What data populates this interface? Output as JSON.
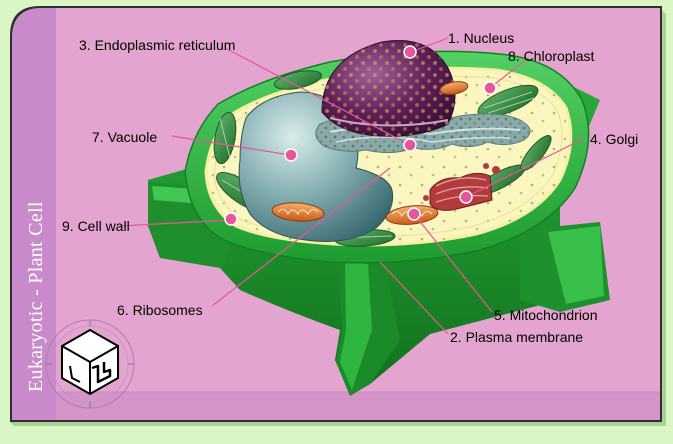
{
  "sidebar": {
    "title": "Eukaryotic - Plant Cell"
  },
  "labels": {
    "nucleus": "1. Nucleus",
    "plasma_membrane": "2. Plasma membrane",
    "endoplasmic_reticulum": "3. Endoplasmic reticulum",
    "golgi": "4. Golgi",
    "mitochondrion": "5. Mitochondrion",
    "ribosomes": "6. Ribosomes",
    "vacuole": "7. Vacuole",
    "chloroplast": "8. Chloroplast",
    "cell_wall": "9. Cell wall"
  },
  "colors": {
    "page_background": "#d8f7c4",
    "panel": "#e2a2cc",
    "panel_side": "#c987c8",
    "cell_wall": "#27b33a",
    "cytoplasm": "#fbf6bf",
    "vacuole": "#6f9aa0",
    "nucleus": "#5a1c54",
    "chloroplast": "#3b8e45",
    "mitochondrion": "#e07a2a",
    "golgi": "#b73e3e",
    "marker": "#e9559a",
    "leader_line": "#e9559a"
  },
  "icons": {
    "logo": "cube-hand-logo-icon"
  }
}
